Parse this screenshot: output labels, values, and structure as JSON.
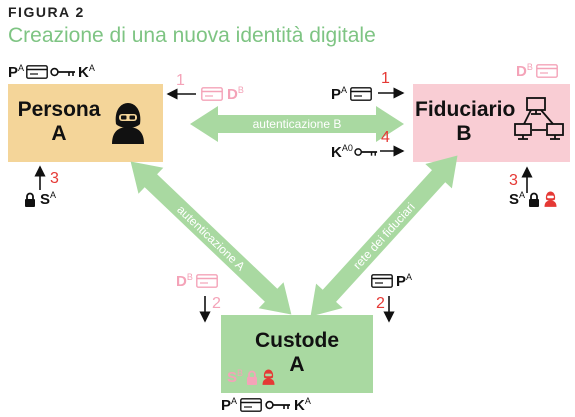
{
  "figure": {
    "label": "FIGURA 2",
    "title": "Creazione di una nuova identità digitale"
  },
  "nodes": {
    "persona": {
      "line1": "Persona",
      "line2": "A"
    },
    "fiduciario": {
      "line1": "Fiduciario",
      "line2": "B"
    },
    "custode": {
      "line1": "Custode",
      "line2": "A"
    }
  },
  "edges": {
    "top": "autenticazione B",
    "left": "autenticazione A",
    "right": "rete dei fiduciari"
  },
  "labels": {
    "p": "P",
    "a": "A",
    "k": "K",
    "d": "D",
    "b": "B",
    "s": "S",
    "ka0_sup": "A0",
    "n1": "1",
    "n2": "2",
    "n3": "3",
    "n4": "4"
  },
  "colors": {
    "green": "#a9d9a1",
    "persona_fill": "#f4d599",
    "fiduciario_fill": "#f9cdd4",
    "red": "#e53935",
    "pink": "#f4a3b8"
  },
  "icons": [
    "hacker-icon",
    "network-icon",
    "card-icon",
    "key-icon",
    "lock-icon"
  ]
}
